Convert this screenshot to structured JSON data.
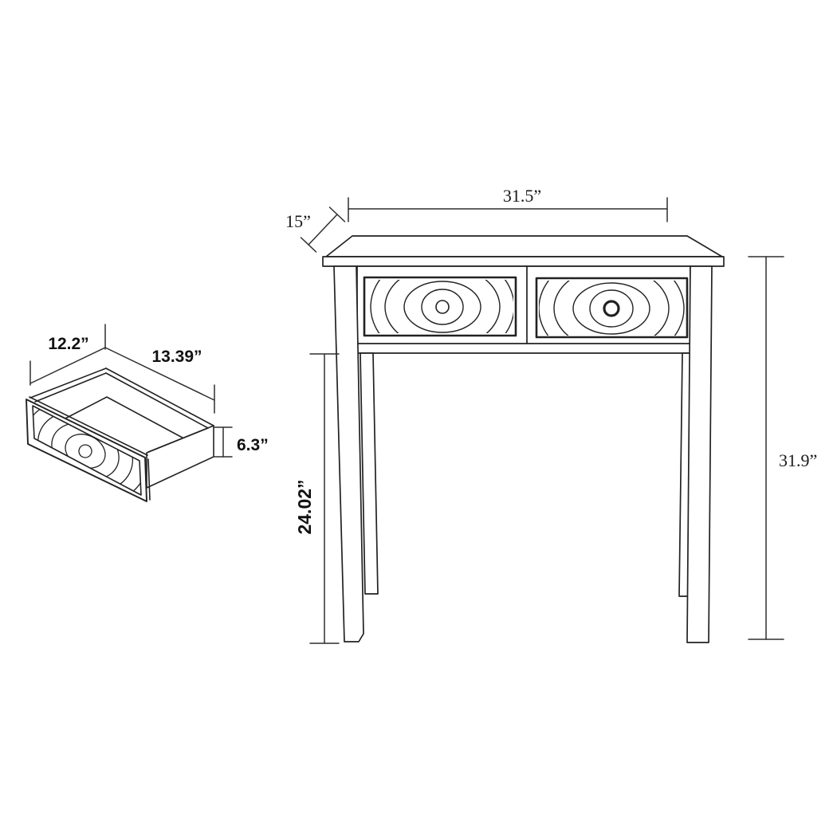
{
  "diagram": {
    "type": "furniture-dimension-drawing",
    "views": {
      "main": "console-table-front-elevation",
      "detail": "drawer-isometric"
    }
  },
  "dimensions": {
    "table_width": "31.5”",
    "table_depth": "15”",
    "table_height": "31.9”",
    "leg_height": "24.02”",
    "drawer_width": "12.2”",
    "drawer_depth": "13.39”",
    "drawer_height": "6.3”"
  },
  "colors": {
    "line": "#222222",
    "dimension_line": "#2e2e2e",
    "background": "#ffffff"
  }
}
